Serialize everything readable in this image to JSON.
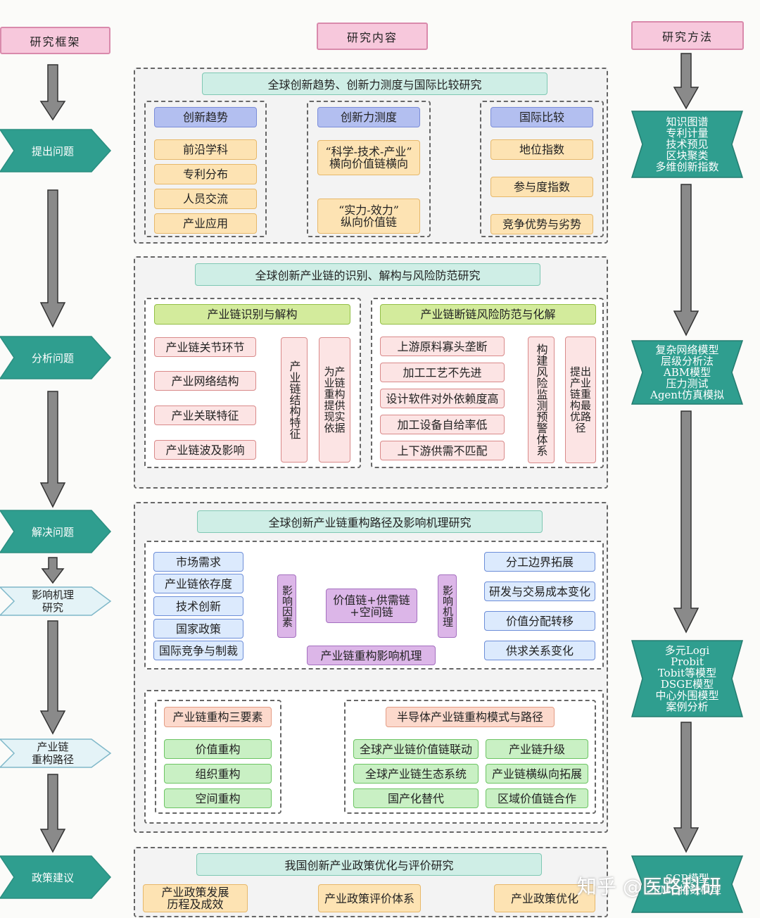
{
  "headers": {
    "framework": "研究框架",
    "content": "研究内容",
    "method": "研究方法"
  },
  "framework_steps": [
    "提出问题",
    "分析问题",
    "解决问题",
    "影响机理\n研究",
    "产业链\n重构路径",
    "政策建议"
  ],
  "section1": {
    "title": "全球创新趋势、创新力测度与国际比较研究",
    "col1": {
      "head": "创新趋势",
      "items": [
        "前沿学科",
        "专利分布",
        "人员交流",
        "产业应用"
      ]
    },
    "col2": {
      "head": "创新力测度",
      "items": [
        "“科学-技术-产业”\n横向价值链横向",
        "“实力-效力”\n纵向价值链"
      ]
    },
    "col3": {
      "head": "国际比较",
      "items": [
        "地位指数",
        "参与度指数",
        "竞争优势与劣势"
      ]
    }
  },
  "section2": {
    "title": "全球创新产业链的识别、解构与风险防范研究",
    "left": {
      "head": "产业链识别与解构",
      "items": [
        "产业链关节环节",
        "产业网络结构",
        "产业关联特征",
        "产业链波及影响"
      ],
      "mid": "产业链结构特征",
      "right": "为产业链重构提供现实依据"
    },
    "right": {
      "head": "产业链断链风险防范与化解",
      "items": [
        "上游原料寡头垄断",
        "加工工艺不先进",
        "设计软件对外依赖度高",
        "加工设备自给率低",
        "上下游供需不匹配"
      ],
      "mid": "构建风险监测预警体系",
      "right": "提出产业链重构最优路径"
    }
  },
  "section3": {
    "title": "全球创新产业链重构路径及影响机理研究",
    "left_items": [
      "市场需求",
      "产业链依存度",
      "技术创新",
      "国家政策",
      "国际竞争与制裁"
    ],
    "left_factor": "影响因素",
    "center": "价值链+供需链\n+空间链",
    "right_factor": "影响机理",
    "right_items": [
      "分工边界拓展",
      "研发与交易成本变化",
      "价值分配转移",
      "供求关系变化"
    ],
    "bottom": "产业链重构影响机理",
    "three_head": "产业链重构三要素",
    "three_items": [
      "价值重构",
      "组织重构",
      "空间重构"
    ],
    "semi_head": "半导体产业链重构模式与路径",
    "semi_items": [
      "全球产业链价值链联动",
      "产业链升级",
      "全球产业链生态系统",
      "产业链横纵向拓展",
      "国产化替代",
      "区域价值链合作"
    ]
  },
  "section4": {
    "title": "我国创新产业政策优化与评价研究",
    "items": [
      "产业政策发展\n历程及成效",
      "产业政策评价体系",
      "产业政策优化"
    ]
  },
  "methods": [
    [
      "知识图谱",
      "专利计量",
      "技术预见",
      "区块聚类",
      "多维创新指数"
    ],
    [
      "复杂网络模型",
      "层级分析法",
      "ABM模型",
      "压力测试",
      "Agent仿真模拟"
    ],
    [
      "多元Logi",
      "Probit",
      "Tobit等模型",
      "DSGE模型",
      "中心外围模型",
      "案例分析"
    ],
    [
      "SCP模型",
      "PMC指数模型"
    ]
  ],
  "watermark": "知乎 @医路科研",
  "colors": {
    "teal": "#2f9e8f",
    "pink": "#f7c8dc",
    "arrow": "#777777"
  }
}
